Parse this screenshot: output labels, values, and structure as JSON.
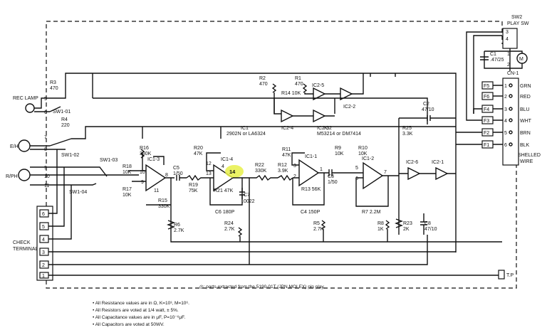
{
  "sw2": {
    "name": "SW2",
    "sub": "PLAY SW",
    "pins": [
      "3",
      "4",
      "1",
      "2"
    ]
  },
  "motor": {
    "label": "M"
  },
  "c1": {
    "name": "C1",
    "value": ".47/25"
  },
  "cn1": {
    "name": "CN-1",
    "pins": [
      {
        "tag": "F5",
        "num": "1",
        "color": "GRN"
      },
      {
        "tag": "F6",
        "num": "2",
        "color": "RED"
      },
      {
        "tag": "F4",
        "num": "3",
        "color": "BLU"
      },
      {
        "tag": "F3",
        "num": "4",
        "color": "WHT"
      },
      {
        "tag": "F2",
        "num": "5",
        "color": "BRN"
      },
      {
        "tag": "F1",
        "num": "6",
        "color": "BLK"
      }
    ],
    "shield_line1": "SHELLED",
    "shield_line2": "WIRE"
  },
  "left": {
    "rec_lamp": "REC LAMP",
    "eh": "E/H",
    "rph": "R/PH",
    "sw1_01": "SW1-01",
    "sw1_02": "SW1-02",
    "sw1_03": "SW1-03",
    "sw1_04": "SW1-04",
    "r3": "R3",
    "r3v": "470",
    "r4": "R4",
    "r4v": "220",
    "pins": [
      "5",
      "6",
      "7",
      "8",
      "9",
      "10",
      "11"
    ]
  },
  "check_terminal": {
    "line1": "CHECK",
    "line2": "TERMINAL",
    "pins": [
      "6",
      "5",
      "4",
      "3",
      "2",
      "1"
    ]
  },
  "ic1": {
    "title": "IC1",
    "part": "2902N or LA6324"
  },
  "ic2": {
    "title": "IC2",
    "part": "M53214 or DM7414"
  },
  "parts": {
    "r1": "R1",
    "r1v": "470",
    "r2": "R2",
    "r2v": "470",
    "r14": "R14  10K",
    "ic2_5": "IC2-5",
    "ic2_2": "IC2-2",
    "ic2_4": "IC2-4",
    "ic2_3": "IC2-3",
    "r16": "R16",
    "r16v": "330K",
    "r18": "R18",
    "r18v": "10K",
    "r17": "R17",
    "r17v": "10K",
    "ic1_3": "IC1-3",
    "c5": "C5",
    "c5v": "1/50",
    "r19": "R19",
    "r19v": "75K",
    "r15": "R15",
    "r15v": "330K",
    "r6": "R6",
    "r6v": "2.7K",
    "r20": "R20",
    "r20v": "47K",
    "ic1_4": "IC1-4",
    "r21": "R21 47K",
    "c6": "C6 180P",
    "r24": "R24",
    "r24v": "2.7K",
    "r22": "R22",
    "r22v": "330K",
    "c7": "C7",
    "c7v": ".0022",
    "r12": "R12",
    "r12v": "3.9K",
    "r11": "R11",
    "r11v": "47K",
    "ic1_1": "IC1-1",
    "r13": "R13 56K",
    "c4": "C4 150P",
    "r5": "R5",
    "r5v": "2.7K",
    "r9": "R9",
    "r9v": "10K",
    "r10": "R10",
    "r10v": "10K",
    "c3": "C3",
    "c3v": "1/50",
    "ic1_2": "IC1-2",
    "r7": "R7 2.2M",
    "r8": "R8",
    "r8v": "1K",
    "c2": "C2",
    "c2v": "47/10",
    "r25": "R25",
    "r25v": "3.3K",
    "ic2_6": "IC2-6",
    "ic2_1": "IC2-1",
    "r23": "R23",
    "r23v": "2K",
    "c8": "C8",
    "c8v": "47/10",
    "tp": "T.P"
  },
  "pinnums": {
    "p10": "10",
    "p9": "9",
    "p8": "8",
    "p11": "11",
    "p13": "13",
    "p12": "12",
    "p14": "14",
    "p4": "4",
    "p2": "2",
    "p3": "3",
    "p1": "1",
    "p5": "5",
    "p6": "6",
    "p7": "7"
  },
  "footnote_pins": "◎: parts extracted from the 5190-01T (JPN MOLEX) pin play.",
  "notes": [
    "• All Resistance values are in Ω, K=10³, M=10⁶.",
    "• All Resistors are voted at 1/4 watt, ± 5%.",
    "• All Capacitance values are in μF, P=10⁻⁶μF.",
    "• All Capacitors are voted at 50WV."
  ],
  "highlight_color": "#e8f04a"
}
